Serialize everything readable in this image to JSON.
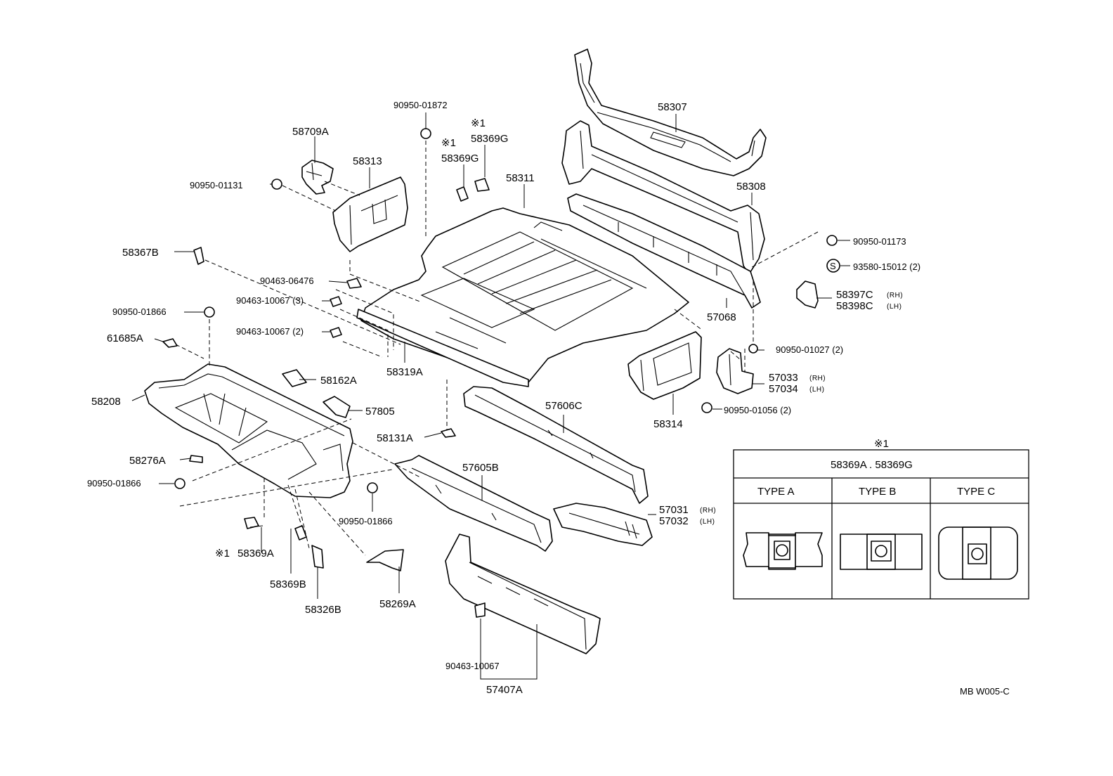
{
  "diagram_code": "MB  W005-C",
  "parts": {
    "p58307": "58307",
    "p58308": "58308",
    "p58311": "58311",
    "p58313": "58313",
    "p58709A": "58709A",
    "p90950_01872": "90950-01872",
    "p90950_01131": "90950-01131",
    "p58369G_a": "58369G",
    "p58369G_b": "58369G",
    "note_mark_a": "※1",
    "note_mark_b": "※1",
    "note_mark_c": "※1",
    "p58367B": "58367B",
    "p90463_06476": "90463-06476",
    "p90463_10067_3": "90463-10067 (3)",
    "p90463_10067_2": "90463-10067 (2)",
    "p90950_01866_a": "90950-01866",
    "p90950_01866_b": "90950-01866",
    "p90950_01866_c": "90950-01866",
    "p61685A": "61685A",
    "p58208": "58208",
    "p58162A": "58162A",
    "p57805": "57805",
    "p58319A": "58319A",
    "p58131A": "58131A",
    "p58276A": "58276A",
    "p58369A": "58369A",
    "p58369B": "58369B",
    "p58326B": "58326B",
    "p58269A": "58269A",
    "p57606C": "57606C",
    "p57605B": "57605B",
    "p57031": "57031",
    "p57032": "57032",
    "p57407A": "57407A",
    "p90463_10067": "90463-10067",
    "p58314": "58314",
    "p90950_01056": "90950-01056 (2)",
    "p57033": "57033",
    "p57034": "57034",
    "p90950_01027": "90950-01027 (2)",
    "p57068": "57068",
    "p58397C": "58397C",
    "p58398C": "58398C",
    "p93580_15012": "93580-15012 (2)",
    "p90950_01173": "90950-01173",
    "s_mark": "S",
    "rh_a": "(RH)",
    "lh_a": "(LH)",
    "rh_b": "(RH)",
    "lh_b": "(LH)",
    "rh_c": "(RH)",
    "lh_c": "(LH)"
  },
  "note_table": {
    "mark": "※1",
    "header": "58369A . 58369G",
    "columns": [
      "TYPE  A",
      "TYPE  B",
      "TYPE  C"
    ]
  }
}
